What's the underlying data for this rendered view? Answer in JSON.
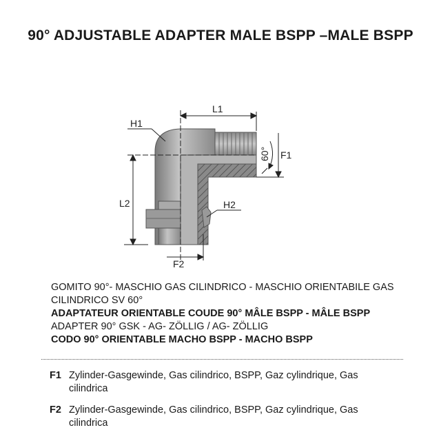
{
  "title": "90° ADJUSTABLE ADAPTER MALE BSPP –MALE BSPP",
  "drawing": {
    "L1": "L1",
    "L2": "L2",
    "H1": "H1",
    "H2": "H2",
    "F1": "F1",
    "F2": "F2",
    "angle": "60°"
  },
  "description": [
    "GOMITO 90°- MASCHIO GAS CILINDRICO - MASCHIO ORIENTABILE GAS CILINDRICO SV 60°",
    "ADAPTATEUR ORIENTABLE COUDE 90° MÂLE BSPP - MÂLE BSPP",
    "ADAPTER 90° GSK - AG- ZÖLLIG / AG- ZÖLLIG",
    "CODO 90° ORIENTABLE MACHO BSPP - MACHO BSPP"
  ],
  "specs": [
    {
      "key": "F1",
      "value": "Zylinder-Gasgewinde, Gas cilindrico, BSPP, Gaz cylindrique, Gas cilindrica"
    },
    {
      "key": "F2",
      "value": "Zylinder-Gasgewinde, Gas cilindrico, BSPP, Gaz cylindrique, Gas cilindrica"
    }
  ]
}
